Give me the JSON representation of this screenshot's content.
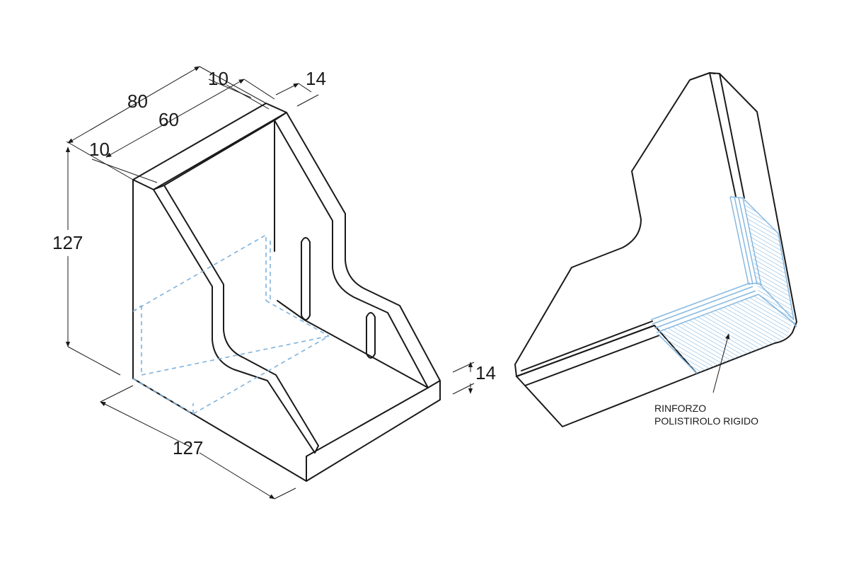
{
  "dimensions": {
    "width_total": "80",
    "width_inner": "60",
    "wall_left": "10",
    "wall_right": "10",
    "thickness_top": "14",
    "height": "127",
    "depth": "127",
    "thickness_side": "14"
  },
  "annotation": {
    "line1": "RINFORZO",
    "line2": "POLISTIROLO RIGIDO"
  },
  "colors": {
    "outline": "#1a1a1a",
    "hidden_edges": "#7fb2dc",
    "reinforcement": "#86b8e0"
  }
}
